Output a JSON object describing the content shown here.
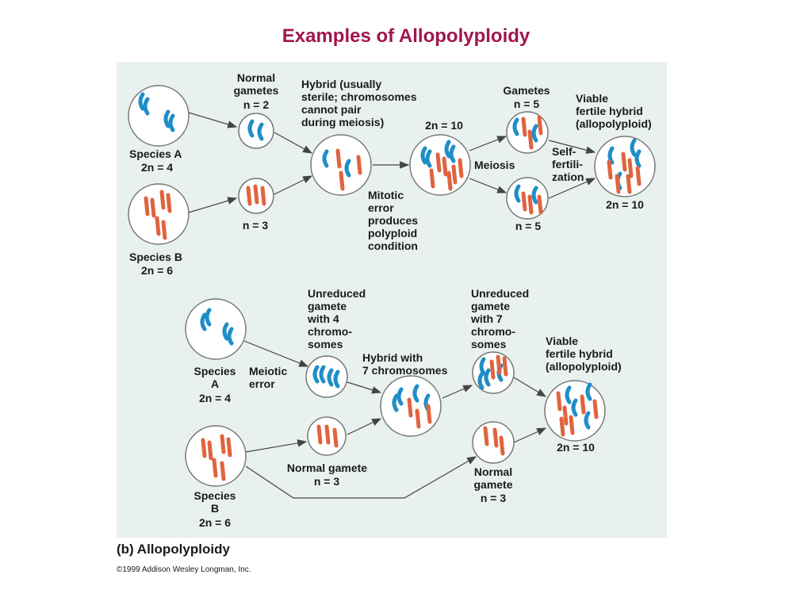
{
  "title": "Examples of Allopolyploidy",
  "colors": {
    "title": "#a0164c",
    "panel": "#e8f1ee",
    "chrom_a": "#1f8ec7",
    "chrom_b": "#e0643f",
    "arrow": "#444444"
  },
  "top": {
    "normal_gametes": "Normal\ngametes",
    "n2": "n = 2",
    "hybrid_note": "Hybrid (usually\nsterile; chromosomes\ncannot pair\nduring meiosis)",
    "two_n10_a": "2n = 10",
    "gametes": "Gametes",
    "n5_top": "n = 5",
    "viable": "Viable\nfertile hybrid\n(allopolyploid)",
    "species_a": "Species A",
    "two_n4": "2n = 4",
    "meiosis": "Meiosis",
    "self_fert": "Self-\nfertili-\nzation",
    "two_n10_b": "2n = 10",
    "mitotic": "Mitotic\nerror\nproduces\npolyploid\ncondition",
    "n3": "n = 3",
    "n5_bottom": "n = 5",
    "species_b": "Species B",
    "two_n6": "2n = 6"
  },
  "bottom": {
    "unreduced_4": "Unreduced\ngamete\nwith 4\nchromo-\nsomes",
    "unreduced_7": "Unreduced\ngamete\nwith 7\nchromo-\nsomes",
    "hybrid_with_7": "Hybrid with\n7 chromosomes",
    "viable": "Viable\nfertile hybrid\n(allopolyploid)",
    "species_a": "Species\nA",
    "two_n4": "2n = 4",
    "meiotic_error": "Meiotic\nerror",
    "two_n10": "2n = 10",
    "normal_gamete_left": "Normal gamete",
    "n3_left": "n = 3",
    "normal_gamete_right": "Normal\ngamete",
    "n3_right": "n = 3",
    "species_b": "Species\nB",
    "two_n6": "2n = 6"
  },
  "caption": "(b) Allopolyploidy",
  "copyright": "©1999 Addison Wesley Longman, Inc.",
  "icons": [
    "cell-icon",
    "chromosome-icon",
    "arrow-icon"
  ]
}
